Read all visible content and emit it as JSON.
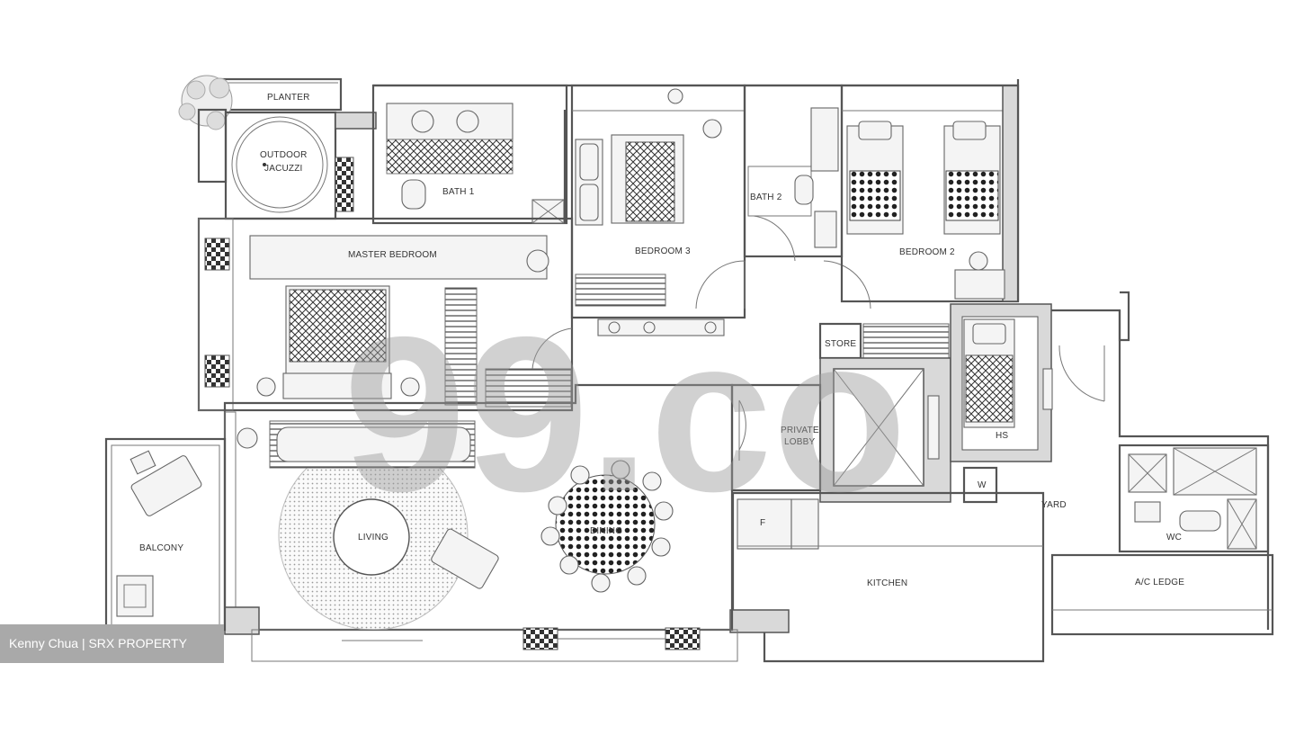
{
  "labels": {
    "planter": "PLANTER",
    "outdoor": "OUTDOOR",
    "jacuzzi": "JACUZZI",
    "bath1": "BATH 1",
    "bath2": "BATH 2",
    "master_bedroom": "MASTER BEDROOM",
    "bedroom3": "BEDROOM 3",
    "bedroom2": "BEDROOM 2",
    "store": "STORE",
    "private": "PRIVATE",
    "lobby": "LOBBY",
    "hs": "HS",
    "w": "W",
    "yard": "YARD",
    "wc": "WC",
    "balcony": "BALCONY",
    "living": "LIVING",
    "dining": "DINING",
    "f": "F",
    "kitchen": "KITCHEN",
    "ac_ledge": "A/C LEDGE"
  },
  "watermark": "99.co",
  "credit": "Kenny Chua | SRX PROPERTY",
  "colors": {
    "wall": "#555555",
    "credit_bg": "#a9a9a9",
    "watermark": "#9a9a9a"
  }
}
